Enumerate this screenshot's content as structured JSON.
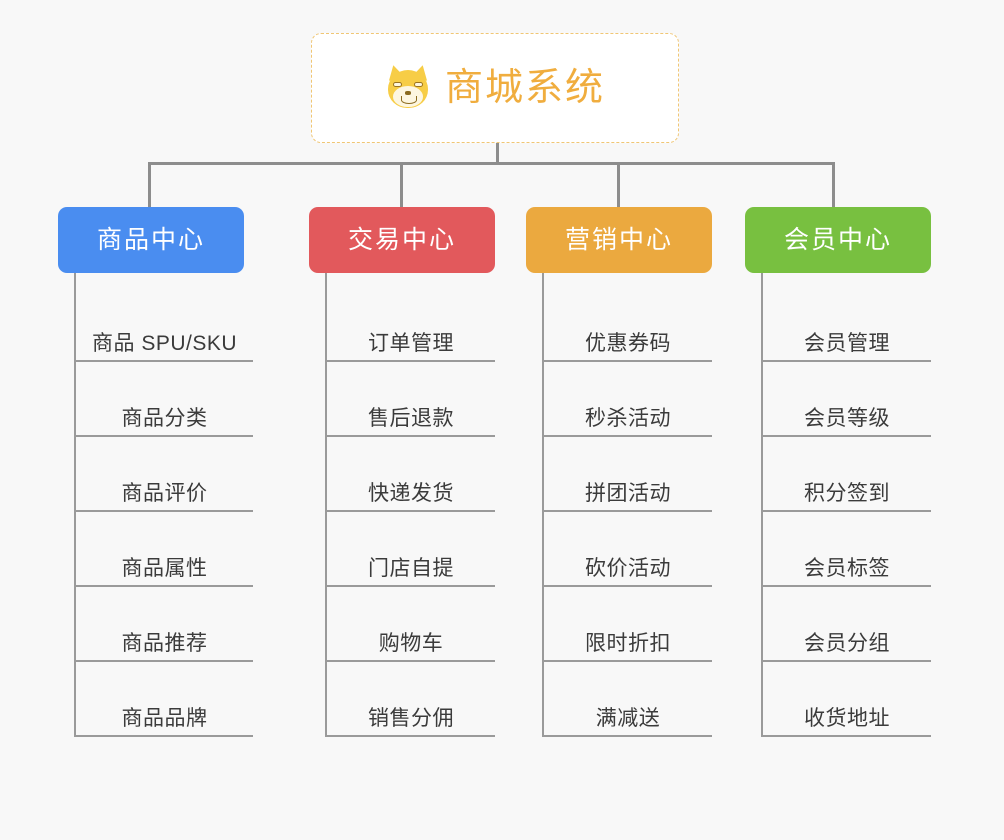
{
  "diagram": {
    "type": "organization-tree",
    "background_color": "#f8f8f8",
    "connector_color": "#8d8d8d",
    "root": {
      "title": "商城系统",
      "icon": "shiba-dog-icon",
      "text_color": "#f0ad3e",
      "border_color": "#f0c674",
      "background_color": "#ffffff"
    },
    "categories": [
      {
        "label": "商品中心",
        "color": "#4a8df0",
        "items": [
          "商品 SPU/SKU",
          "商品分类",
          "商品评价",
          "商品属性",
          "商品推荐",
          "商品品牌"
        ]
      },
      {
        "label": "交易中心",
        "color": "#e2595c",
        "items": [
          "订单管理",
          "售后退款",
          "快递发货",
          "门店自提",
          "购物车",
          "销售分佣"
        ]
      },
      {
        "label": "营销中心",
        "color": "#eba93f",
        "items": [
          "优惠券码",
          "秒杀活动",
          "拼团活动",
          "砍价活动",
          "限时折扣",
          "满减送"
        ]
      },
      {
        "label": "会员中心",
        "color": "#78c040",
        "items": [
          "会员管理",
          "会员等级",
          "积分签到",
          "会员标签",
          "会员分组",
          "收货地址"
        ]
      }
    ]
  }
}
